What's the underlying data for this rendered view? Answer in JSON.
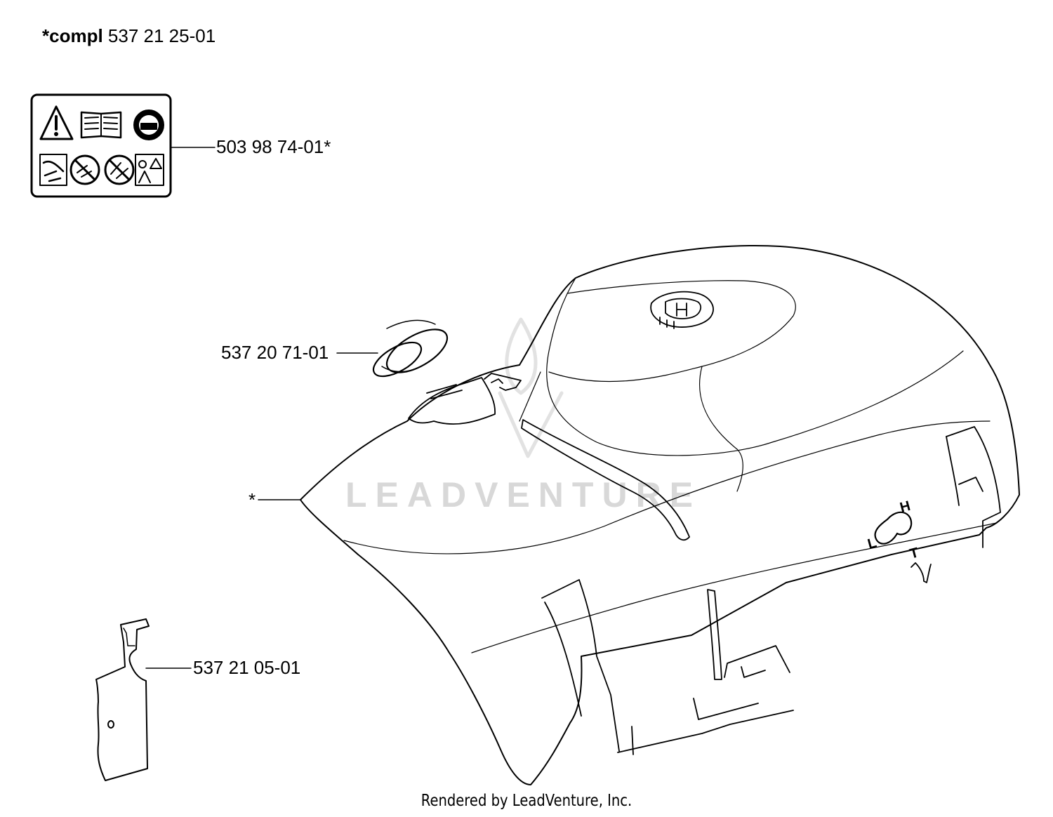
{
  "header": {
    "prefix": "*compl",
    "number": "537 21 25-01"
  },
  "callouts": {
    "decal": "503 98 74-01*",
    "plug": "537 20 71-01",
    "cover": "*",
    "plate": "537 21 05-01"
  },
  "cover_markings": {
    "lh_left": "L",
    "lh_right": "H",
    "t": "T"
  },
  "watermark": "LEADVENTURE",
  "footer": "Rendered by LeadVenture, Inc."
}
